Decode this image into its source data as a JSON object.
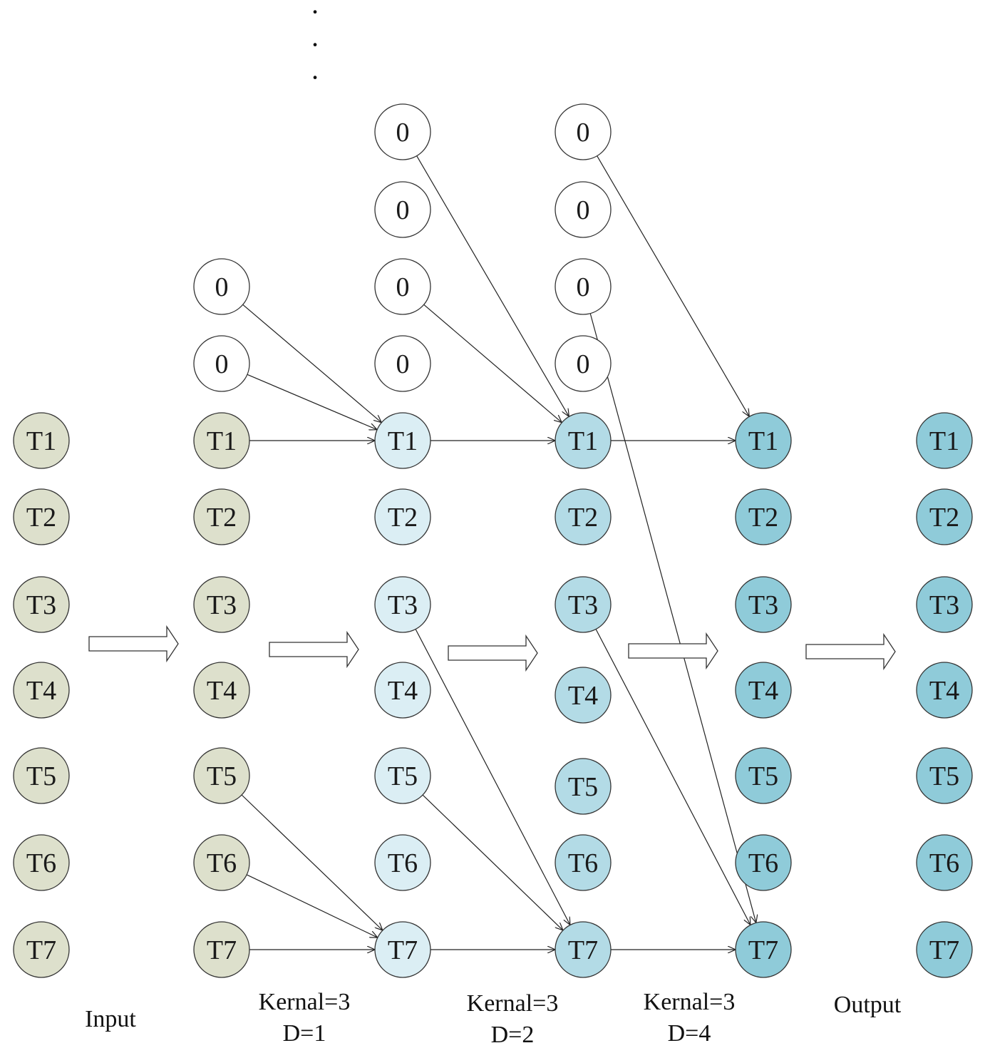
{
  "ellipsis": "·",
  "captions": {
    "input": "Input",
    "layer1": [
      "Kernal=3",
      "D=1"
    ],
    "layer2": [
      "Kernal=3",
      "D=2"
    ],
    "layer3": [
      "Kernal=3",
      "D=4"
    ],
    "output": "Output"
  },
  "colors": {
    "input": "#dde0cc",
    "layer1": "#dbeef4",
    "layer2": "#b3dbe6",
    "layer3": "#8fcbd9",
    "output": "#8fcbd9",
    "padding": "#ffffff"
  },
  "columns": [
    {
      "id": "input",
      "color_key": "input",
      "padding": [],
      "nodes": [
        "T1",
        "T2",
        "T3",
        "T4",
        "T5",
        "T6",
        "T7"
      ]
    },
    {
      "id": "pad1",
      "color_key": "input",
      "padding": [
        "0",
        "0"
      ],
      "nodes": [
        "T1",
        "T2",
        "T3",
        "T4",
        "T5",
        "T6",
        "T7"
      ]
    },
    {
      "id": "layer1",
      "color_key": "layer1",
      "padding": [
        "0",
        "0",
        "0",
        "0"
      ],
      "nodes": [
        "T1",
        "T2",
        "T3",
        "T4",
        "T5",
        "T6",
        "T7"
      ]
    },
    {
      "id": "layer2",
      "color_key": "layer2",
      "padding": [
        "0",
        "0",
        "0",
        "0"
      ],
      "nodes": [
        "T1",
        "T2",
        "T3",
        "T4",
        "T5",
        "T6",
        "T7"
      ]
    },
    {
      "id": "layer3",
      "color_key": "layer3",
      "padding": [],
      "nodes": [
        "T1",
        "T2",
        "T3",
        "T4",
        "T5",
        "T6",
        "T7"
      ]
    },
    {
      "id": "output",
      "color_key": "output",
      "padding": [],
      "nodes": [
        "T1",
        "T2",
        "T3",
        "T4",
        "T5",
        "T6",
        "T7"
      ]
    }
  ],
  "connections": [
    {
      "from": [
        "pad1",
        "0",
        0
      ],
      "to": [
        "layer1",
        "T1"
      ]
    },
    {
      "from": [
        "pad1",
        "0",
        1
      ],
      "to": [
        "layer1",
        "T1"
      ]
    },
    {
      "from": [
        "pad1",
        "T1"
      ],
      "to": [
        "layer1",
        "T1"
      ]
    },
    {
      "from": [
        "pad1",
        "T5"
      ],
      "to": [
        "layer1",
        "T7"
      ]
    },
    {
      "from": [
        "pad1",
        "T6"
      ],
      "to": [
        "layer1",
        "T7"
      ]
    },
    {
      "from": [
        "pad1",
        "T7"
      ],
      "to": [
        "layer1",
        "T7"
      ]
    },
    {
      "from": [
        "layer1",
        "0",
        0
      ],
      "to": [
        "layer2",
        "T1"
      ]
    },
    {
      "from": [
        "layer1",
        "0",
        2
      ],
      "to": [
        "layer2",
        "T1"
      ]
    },
    {
      "from": [
        "layer1",
        "T1"
      ],
      "to": [
        "layer2",
        "T1"
      ]
    },
    {
      "from": [
        "layer1",
        "T3"
      ],
      "to": [
        "layer2",
        "T7"
      ]
    },
    {
      "from": [
        "layer1",
        "T5"
      ],
      "to": [
        "layer2",
        "T7"
      ]
    },
    {
      "from": [
        "layer1",
        "T7"
      ],
      "to": [
        "layer2",
        "T7"
      ]
    },
    {
      "from": [
        "layer2",
        "0",
        0
      ],
      "to": [
        "layer3",
        "T1"
      ]
    },
    {
      "from": [
        "layer2",
        "T1"
      ],
      "to": [
        "layer3",
        "T1"
      ]
    },
    {
      "from": [
        "layer2",
        "0",
        2
      ],
      "to": [
        "layer3",
        "T7"
      ]
    },
    {
      "from": [
        "layer2",
        "T3"
      ],
      "to": [
        "layer3",
        "T7"
      ]
    },
    {
      "from": [
        "layer2",
        "T7"
      ],
      "to": [
        "layer3",
        "T7"
      ]
    }
  ]
}
